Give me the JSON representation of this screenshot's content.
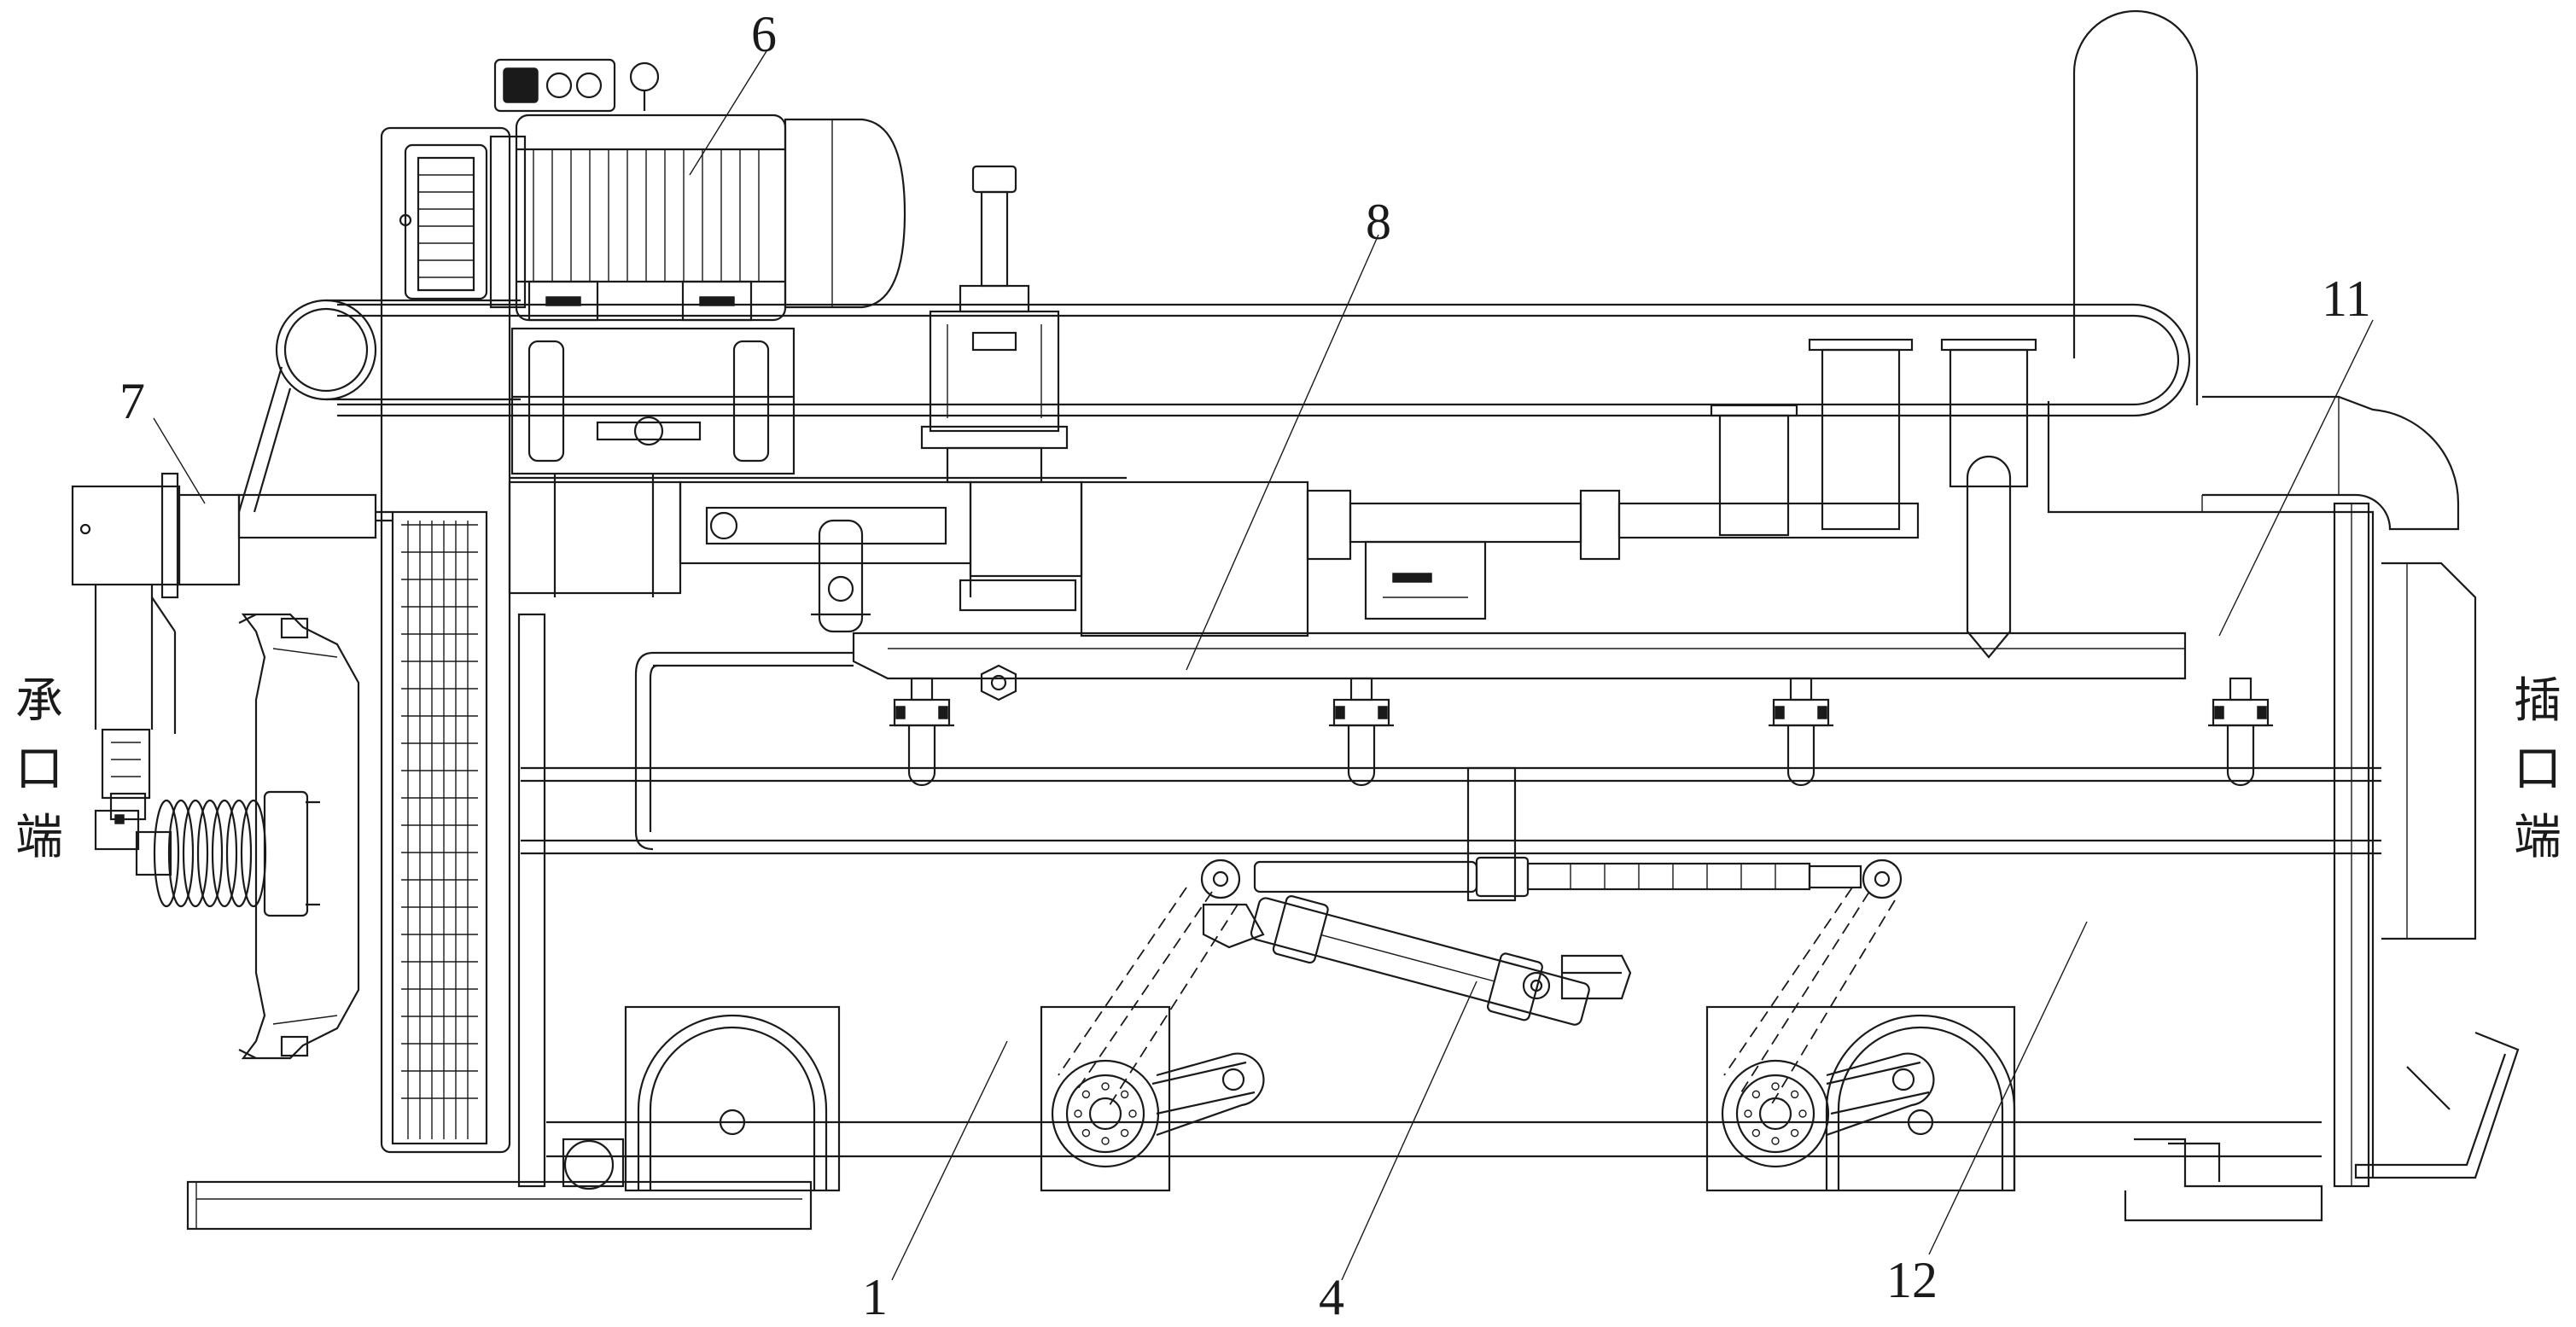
{
  "labels": {
    "l1": "1",
    "l4": "4",
    "l6": "6",
    "l7": "7",
    "l8": "8",
    "l11": "11",
    "l12": "12"
  },
  "end_labels": {
    "left": [
      "承",
      "口",
      "端"
    ],
    "right": [
      "插",
      "口",
      "端"
    ]
  }
}
